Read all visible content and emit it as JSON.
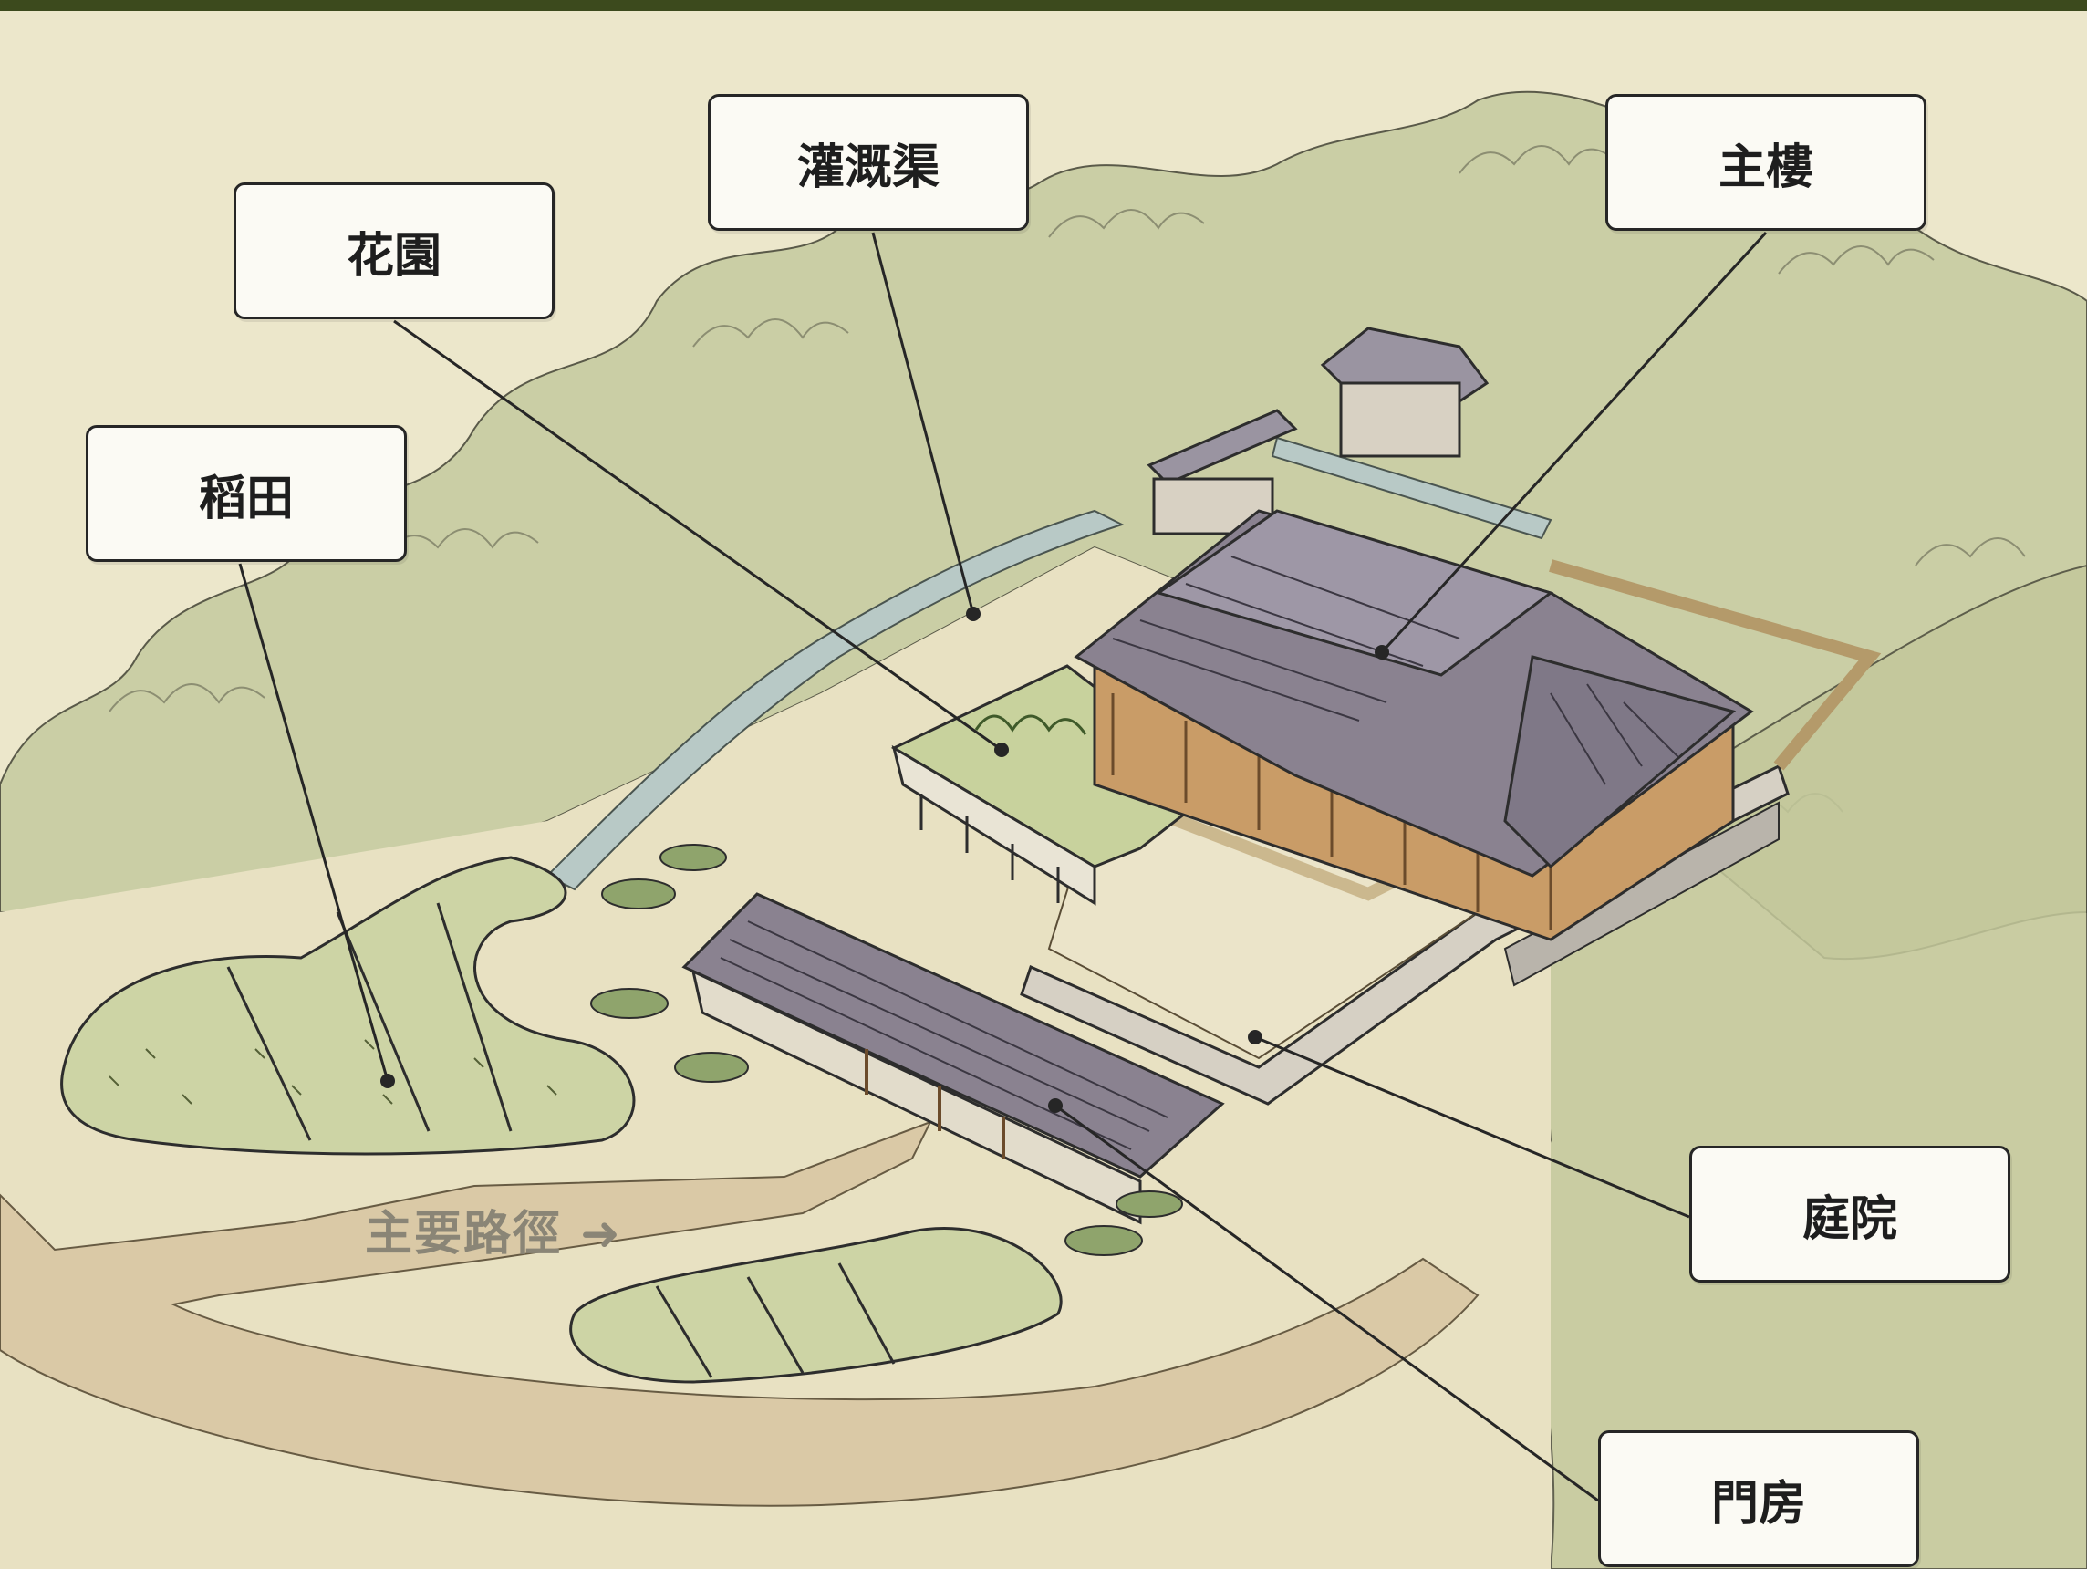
{
  "labels": {
    "garden": "花園",
    "canal": "灌溉渠",
    "main_building": "主樓",
    "rice_field": "稻田",
    "courtyard": "庭院",
    "gatehouse": "門房"
  },
  "path_label": "主要路徑 ➜",
  "colors": {
    "top_bar": "#3c4a1d",
    "paper": "#ece7cb",
    "foliage": "#c3c89b",
    "roof": "#8a8290",
    "wood": "#c99c67",
    "path": "#d9c7a4",
    "water": "#b8c9c6",
    "ink": "#262626"
  }
}
